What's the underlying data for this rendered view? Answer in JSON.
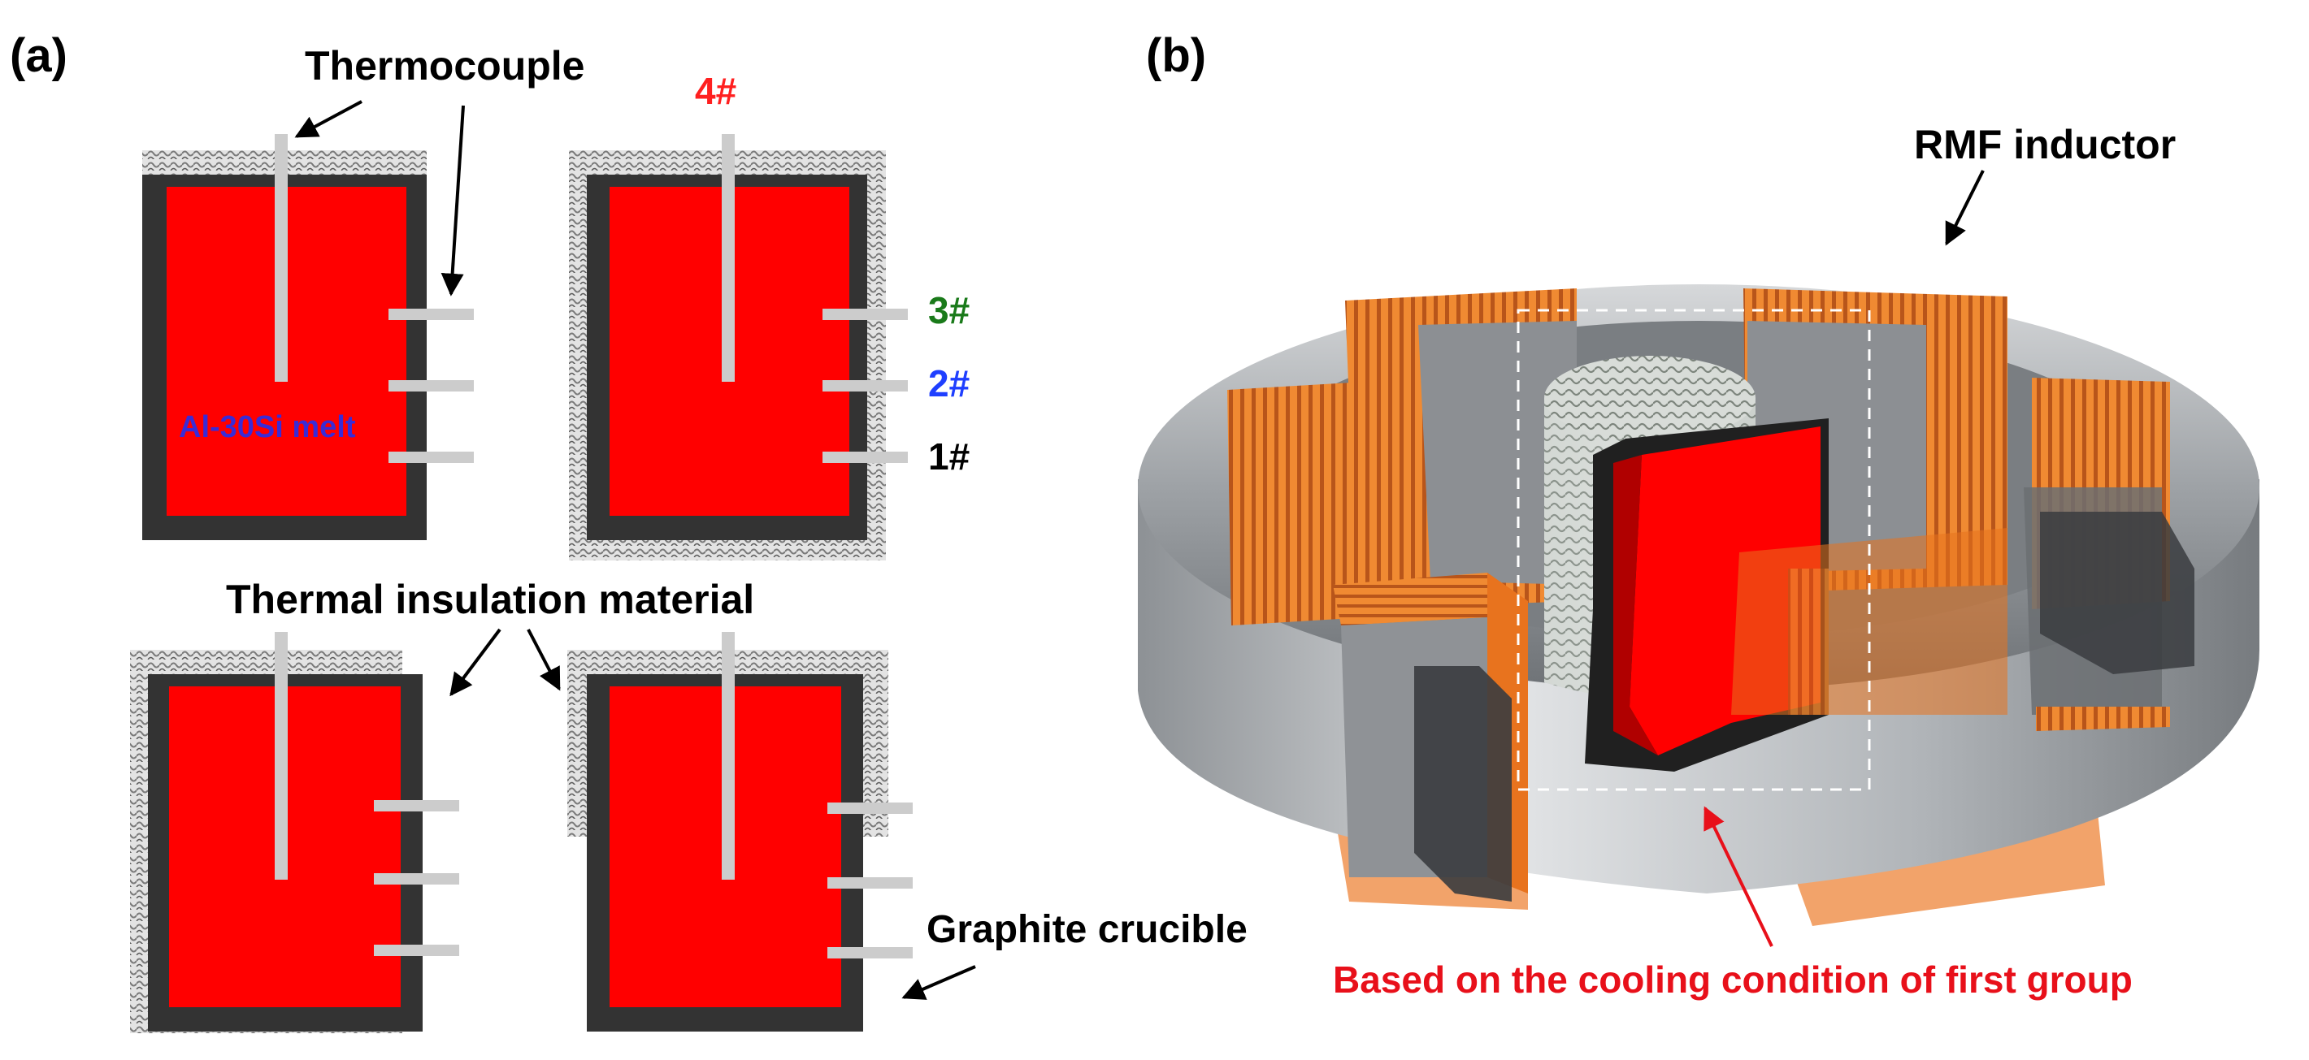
{
  "panel_a": {
    "label": "(a)",
    "thermocouple_label": "Thermocouple",
    "position_labels": {
      "p4": "4#",
      "p3": "3#",
      "p2": "2#",
      "p1": "1#"
    },
    "melt_label": "Al-30Si melt",
    "insulation_label": "Thermal insulation material",
    "crucible_label": "Graphite crucible"
  },
  "panel_b": {
    "label": "(b)",
    "inductor_label": "RMF inductor",
    "caption": "Based on the cooling condition of  first group"
  },
  "colors": {
    "melt": "#ff0000",
    "crucible": "#333333",
    "insulation": "#b8b8b8",
    "thermocouple": "#cccccc",
    "coil": "#e8731e",
    "ring": "#a9adb1",
    "label_red": "#ff2020",
    "label_green": "#1a7a1a",
    "label_blue": "#1f3fff",
    "melt_text": "#3a2bd6",
    "caption_red": "#e8101a"
  }
}
